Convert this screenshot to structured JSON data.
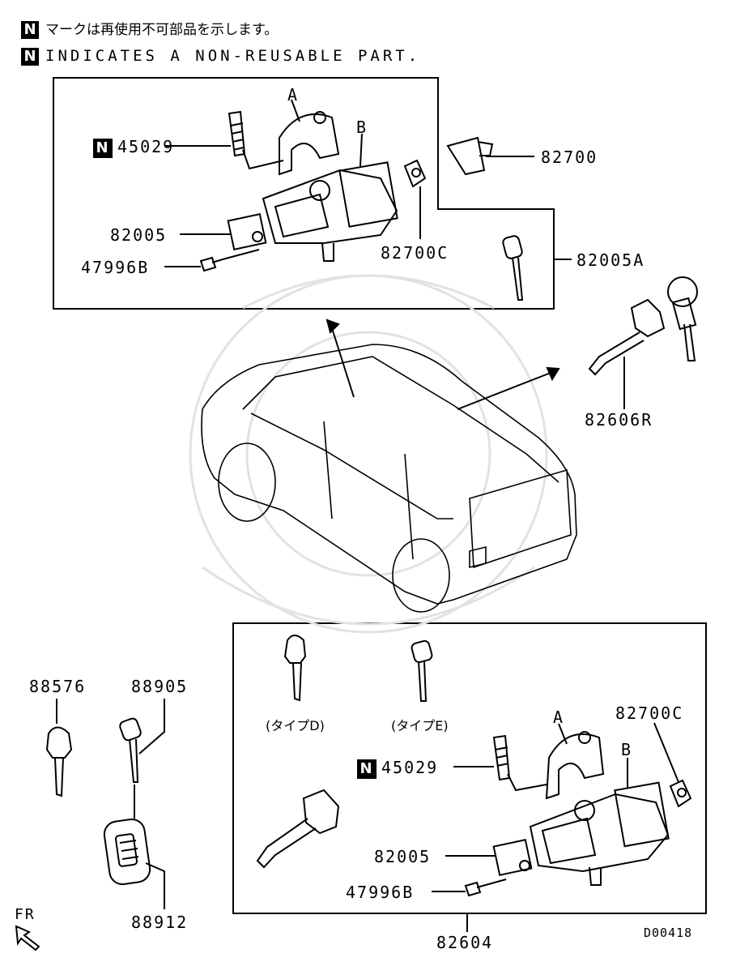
{
  "header": {
    "line1": "マークは再使用不可部品を示します。",
    "line2": "INDICATES A NON-REUSABLE PART.",
    "n_mark": "N"
  },
  "top_group": {
    "labels": {
      "part_45029": "45029",
      "part_82005": "82005",
      "part_47996b": "47996B",
      "part_82700c": "82700C",
      "marker_a": "A",
      "marker_b": "B"
    }
  },
  "outside_top": {
    "part_82700": "82700",
    "part_82005a": "82005A",
    "part_82606r": "82606R"
  },
  "left_keys": {
    "part_88576": "88576",
    "part_88905": "88905",
    "part_88912": "88912"
  },
  "bottom_group": {
    "type_d": "(タイプD)",
    "type_e": "(タイプE)",
    "part_45029": "45029",
    "part_82005": "82005",
    "part_47996b": "47996B",
    "part_82700c": "82700C",
    "marker_a": "A",
    "marker_b": "B",
    "part_82604": "82604"
  },
  "footer": {
    "fr": "FR",
    "diagram_code": "D00418"
  }
}
